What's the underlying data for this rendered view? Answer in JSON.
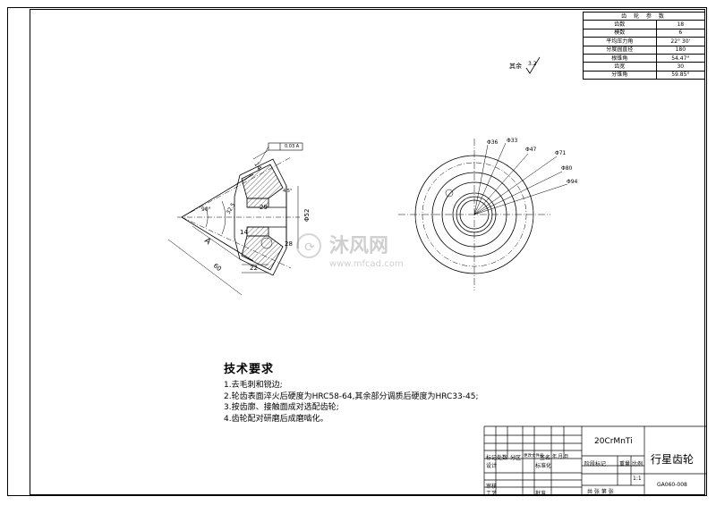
{
  "param_table": {
    "header": "齿 轮 参 数",
    "rows": [
      {
        "key": "齿数",
        "value": "18"
      },
      {
        "key": "模数",
        "value": "6"
      },
      {
        "key": "平均压力角",
        "value": "22° 30'"
      },
      {
        "key": "分度圆直径",
        "value": "180"
      },
      {
        "key": "根锥角",
        "value": "54.47°"
      },
      {
        "key": "齿宽",
        "value": "30"
      },
      {
        "key": "分锥角",
        "value": "59.85°"
      }
    ]
  },
  "roughness_note": "其余",
  "roughness_value": "3.2",
  "datum_label": "0.03 A",
  "left_view_dims": [
    "14",
    "29",
    "Φ52",
    "14",
    "28",
    "60",
    "90°",
    "32.5",
    "22",
    "4.5°",
    "A"
  ],
  "right_view_dims": [
    "Φ36",
    "Φ33",
    "Φ47",
    "Φ71",
    "Φ80",
    "Φ94"
  ],
  "watermark": {
    "brand": "沐风网",
    "url": "www.mfcad.com"
  },
  "tech": {
    "title": "技术要求",
    "items": [
      "1.去毛刺和锐边;",
      "2.轮齿表面淬火后硬度为HRC58-64,其余部分调质后硬度为HRC33-45;",
      "3.按齿廓、接触面成对选配齿轮;",
      "4.齿轮配对研磨后成磨啮化。"
    ]
  },
  "title_block": {
    "material": "20CrMnTi",
    "part_name": "行星齿轮",
    "drawing_no": "GA060-008",
    "scale": "1:1",
    "labels": {
      "mark": "标记",
      "count": "处数",
      "zone": "分区",
      "change_doc": "更改文件号",
      "sign": "签名",
      "date": "年.月.日",
      "design": "设计",
      "standard": "标准化",
      "stage": "阶段标记",
      "weight": "重量",
      "ratio": "比例",
      "review": "审核",
      "process": "工艺",
      "approve": "批准",
      "sheets": "共  张  第  张"
    }
  }
}
